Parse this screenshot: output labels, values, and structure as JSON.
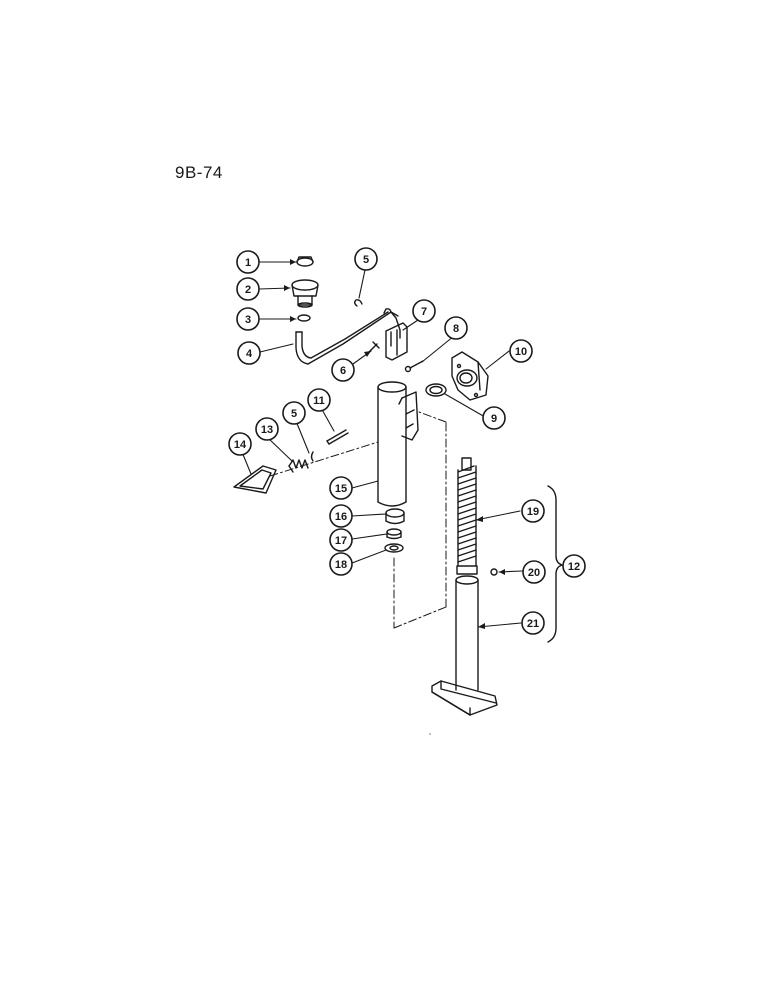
{
  "page_code": "9B-74",
  "colors": {
    "ink": "#1a1a1a",
    "background": "#ffffff"
  },
  "callouts": [
    {
      "id": "c1",
      "label": "1",
      "part": "cap"
    },
    {
      "id": "c2",
      "label": "2",
      "part": "knob"
    },
    {
      "id": "c3",
      "label": "3",
      "part": "washer"
    },
    {
      "id": "c4",
      "label": "4",
      "part": "crank handle"
    },
    {
      "id": "c5a",
      "label": "5",
      "part": "clip"
    },
    {
      "id": "c6",
      "label": "6",
      "part": "pin"
    },
    {
      "id": "c7",
      "label": "7",
      "part": "bracket"
    },
    {
      "id": "c8",
      "label": "8",
      "part": "bolt"
    },
    {
      "id": "c9",
      "label": "9",
      "part": "gasket"
    },
    {
      "id": "c10",
      "label": "10",
      "part": "mounting bracket"
    },
    {
      "id": "c11",
      "label": "11",
      "part": "pin"
    },
    {
      "id": "c5b",
      "label": "5",
      "part": "clip"
    },
    {
      "id": "c13",
      "label": "13",
      "part": "spring"
    },
    {
      "id": "c14",
      "label": "14",
      "part": "decal"
    },
    {
      "id": "c15",
      "label": "15",
      "part": "outer tube"
    },
    {
      "id": "c16",
      "label": "16",
      "part": "bushing"
    },
    {
      "id": "c17",
      "label": "17",
      "part": "bearing"
    },
    {
      "id": "c18",
      "label": "18",
      "part": "washer"
    },
    {
      "id": "c19",
      "label": "19",
      "part": "screw"
    },
    {
      "id": "c20",
      "label": "20",
      "part": "nut"
    },
    {
      "id": "c21",
      "label": "21",
      "part": "inner leg"
    },
    {
      "id": "c12",
      "label": "12",
      "part": "assembly"
    }
  ]
}
